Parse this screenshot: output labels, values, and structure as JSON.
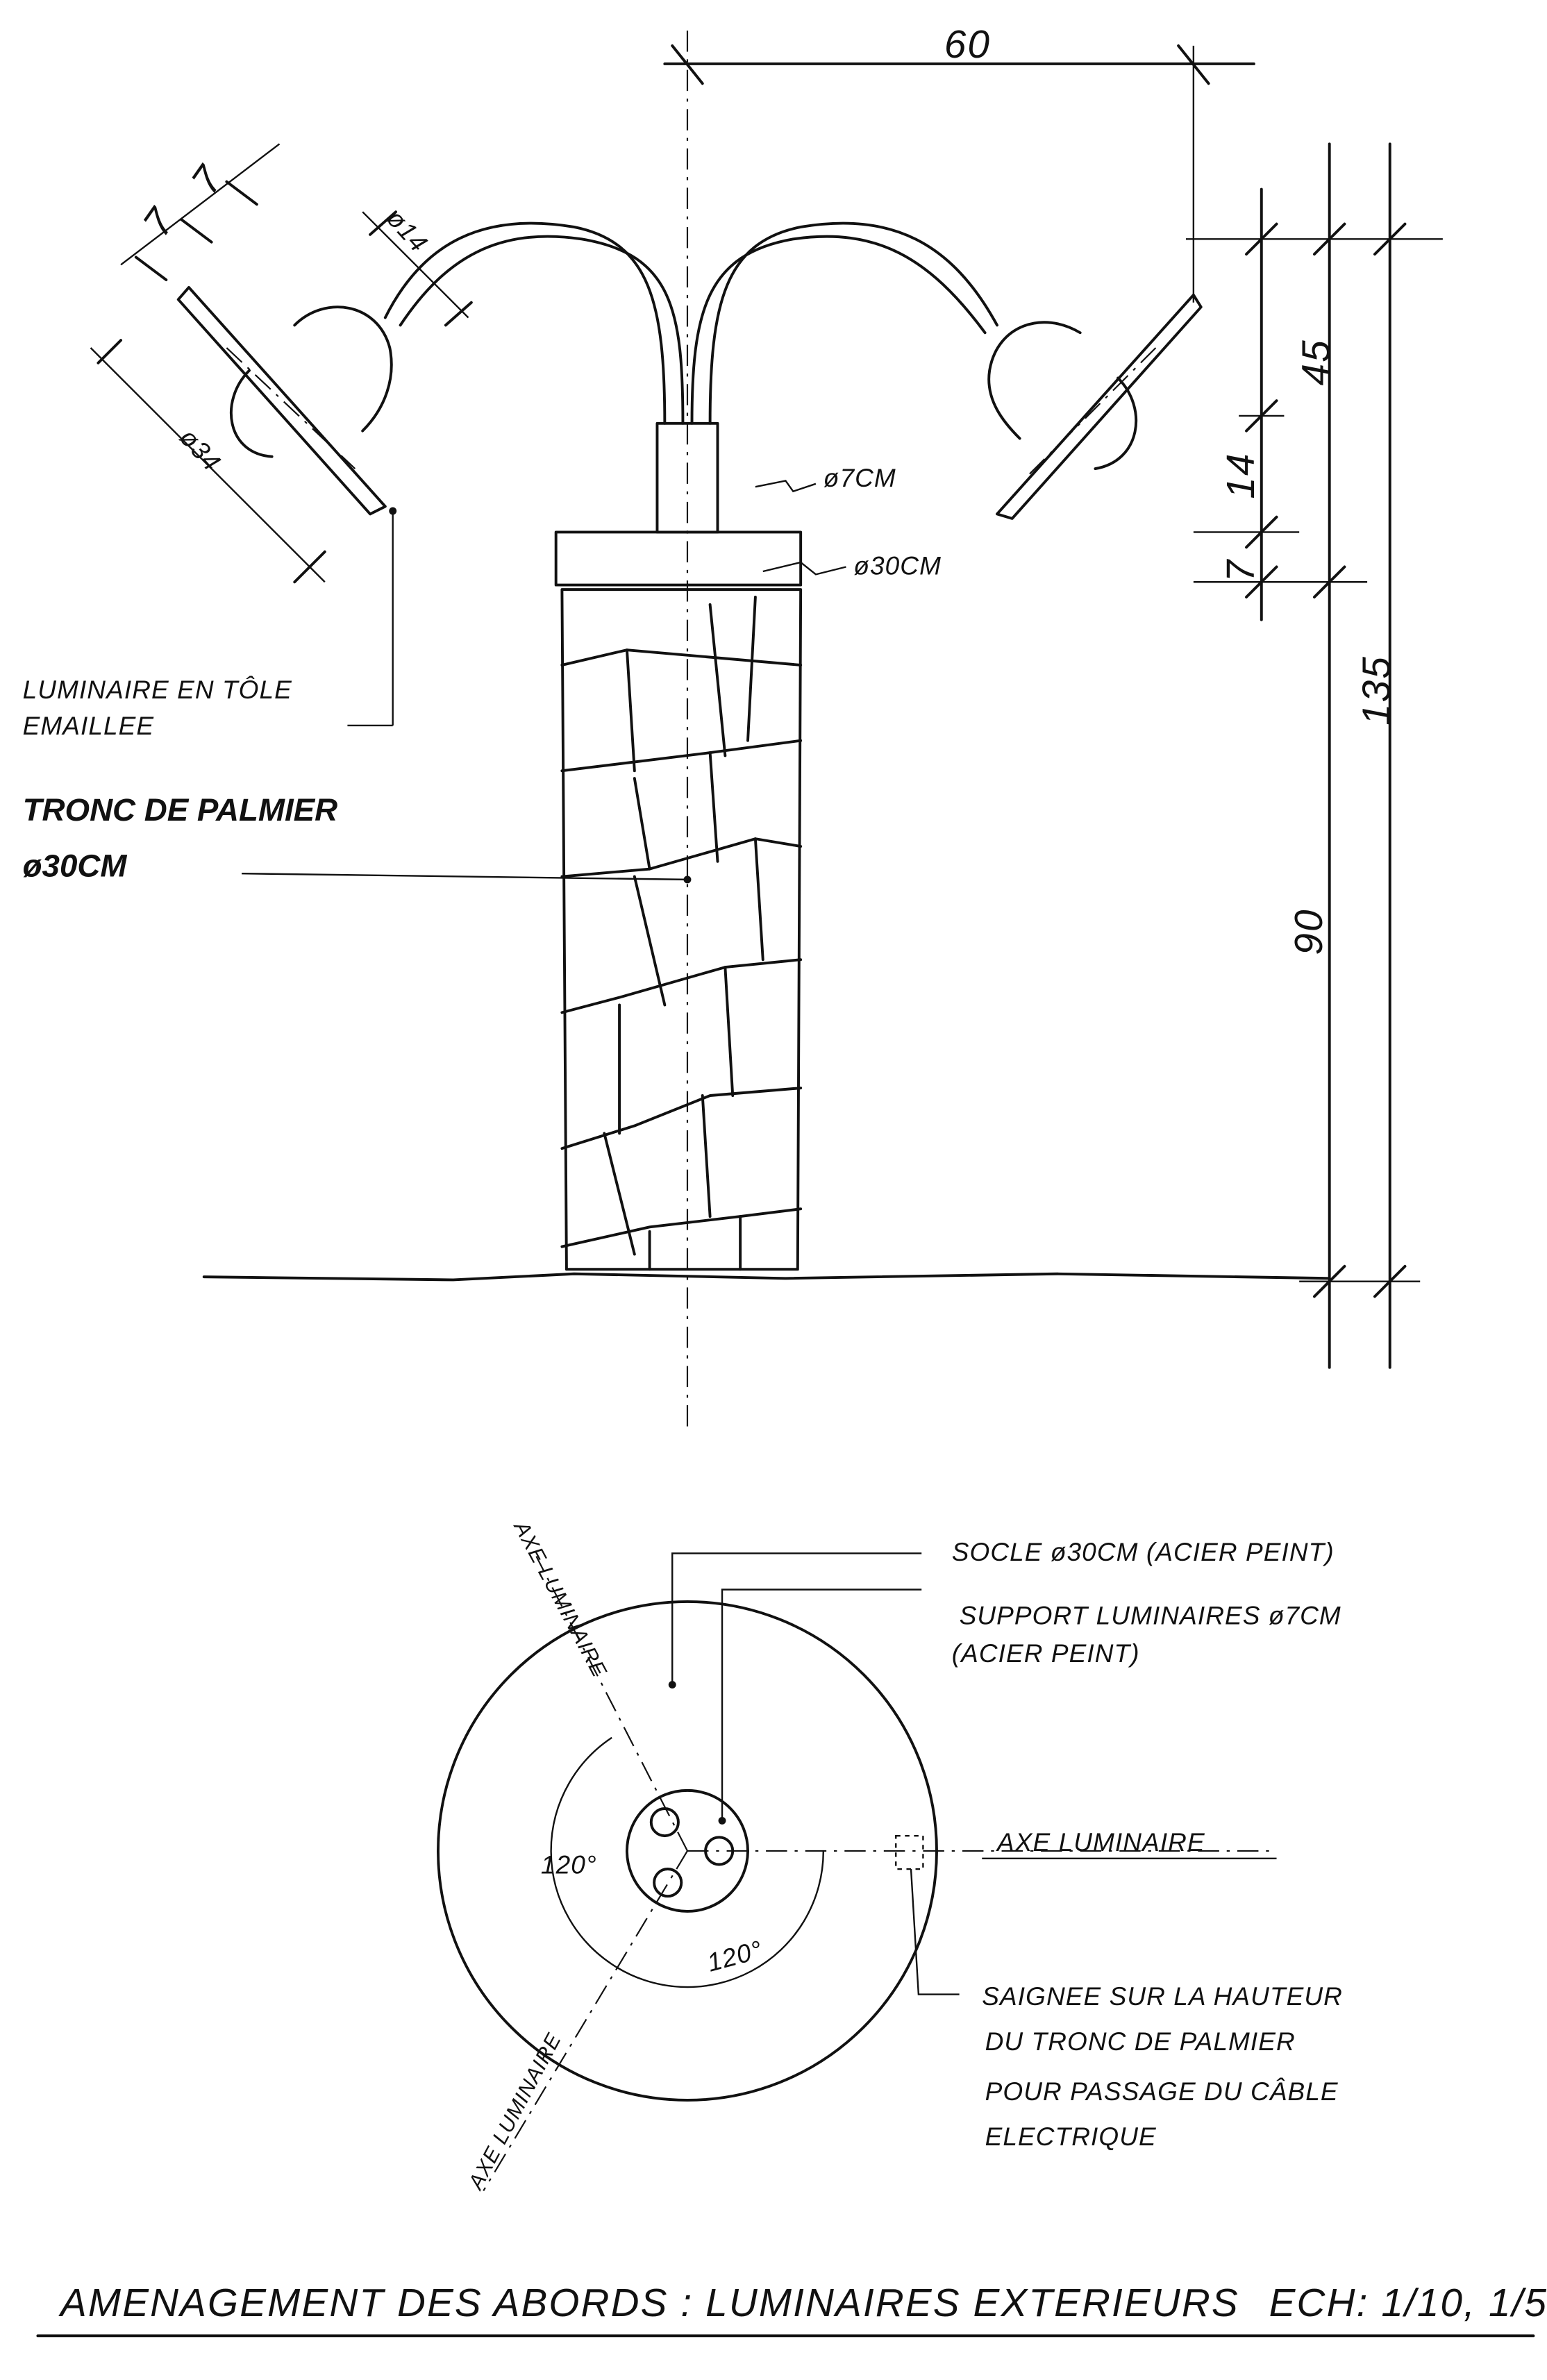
{
  "title": "AMENAGEMENT DES ABORDS : LUMINAIRES EXTERIEURS",
  "scale": "ECH: 1/10, 1/5",
  "elevation": {
    "dimensions": {
      "width_top": "60",
      "d7a": "7",
      "d7b": "7",
      "phi14": "ø14",
      "phi34": "ø34",
      "h45": "45",
      "h14": "14",
      "h7": "7",
      "h135": "135",
      "h90": "90"
    },
    "labels": {
      "pole": "ø7CM",
      "plate": "ø30CM",
      "luminaire_line1": "LUMINAIRE EN TÔLE",
      "luminaire_line2": "EMAILLEE",
      "trunk_line1": "TRONC DE PALMIER",
      "trunk_line2": "ø30CM"
    }
  },
  "plan": {
    "angle1": "120°",
    "angle2": "120°",
    "axis_top": "AXE LUMINAIRE",
    "axis_right": "AXE LUMINAIRE",
    "axis_bottom": "AXE LUMINAIRE",
    "socle": "SOCLE ø30CM (ACIER PEINT)",
    "support_line1": "SUPPORT LUMINAIRES ø7CM",
    "support_line2": "(ACIER PEINT)",
    "saignee": [
      "SAIGNEE SUR LA HAUTEUR",
      "DU TRONC DE PALMIER",
      "POUR PASSAGE DU CÂBLE",
      "ELECTRIQUE"
    ]
  }
}
